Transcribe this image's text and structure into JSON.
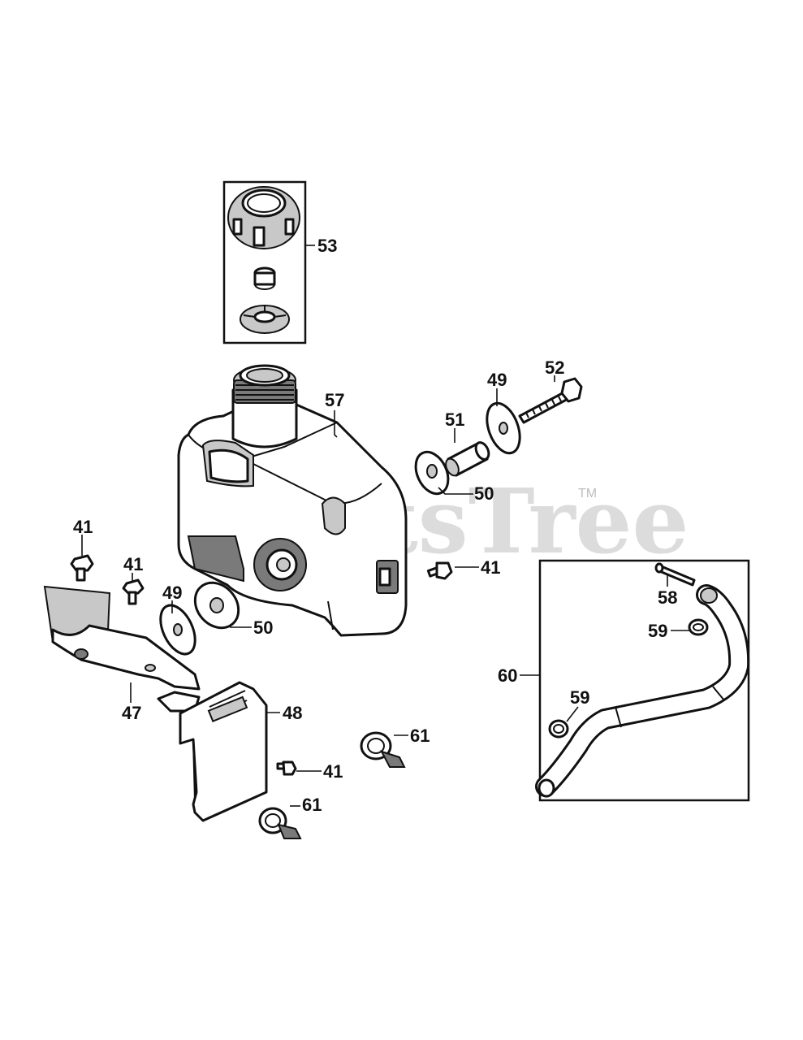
{
  "watermark": {
    "text": "PartsTree",
    "trademark": "TM"
  },
  "callouts": {
    "c53": "53",
    "c57": "57",
    "c52": "52",
    "c49a": "49",
    "c51": "51",
    "c50a": "50",
    "c41a": "41",
    "c41b": "41",
    "c41c": "41",
    "c41d": "41",
    "c49b": "49",
    "c50b": "50",
    "c47": "47",
    "c48": "48",
    "c61a": "61",
    "c61b": "61",
    "c60": "60",
    "c58": "58",
    "c59a": "59",
    "c59b": "59"
  }
}
